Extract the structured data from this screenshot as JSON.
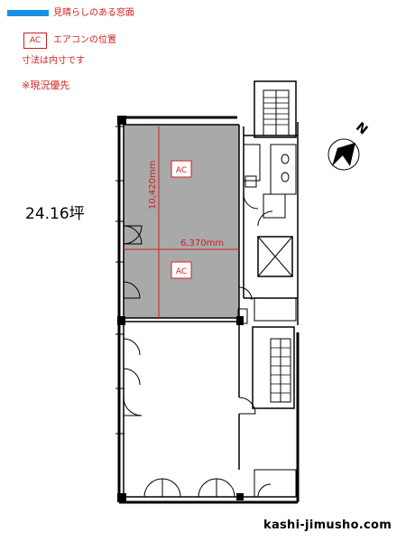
{
  "legend": {
    "view_window_label": "見晴らしのある窓面",
    "view_window_color": "#1a8fe3",
    "ac_symbol": "AC",
    "ac_label": "エアコンの位置",
    "dimension_note": "寸法は内寸です",
    "priority_note": "※現況優先"
  },
  "plan": {
    "area": "24.16坪",
    "height_dimension": "10,420mm",
    "width_dimension": "6,370mm",
    "ac_units": [
      "AC",
      "AC"
    ],
    "compass_label": "N",
    "accent_color": "#d21e1e",
    "leased_area_color": "#a9a9a9"
  },
  "footer": {
    "site": "kashi-jimusho.com"
  }
}
